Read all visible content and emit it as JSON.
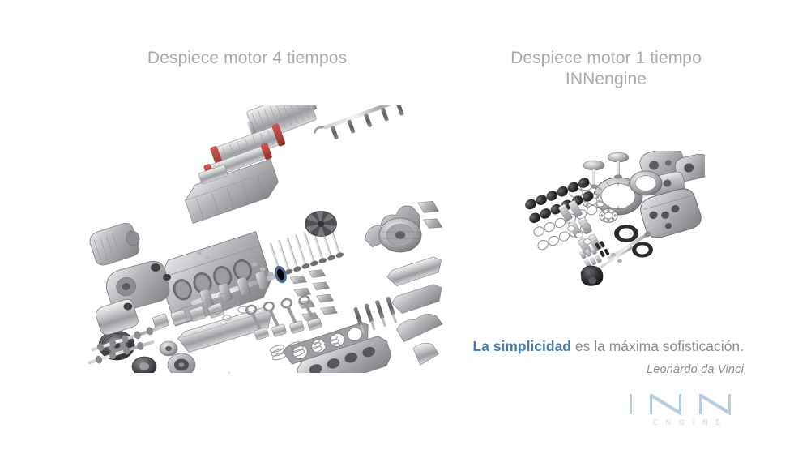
{
  "slide": {
    "background_color": "#ffffff",
    "title_color": "#a9a9a9",
    "accent_color": "#4a7ca8",
    "body_text_color": "#8d8d8d",
    "logo_color": "#b9cde0"
  },
  "left_panel": {
    "title": "Despiece motor 4 tiempos",
    "figure_alt": "Exploded view of a four-stroke engine with several hundred greyscale components"
  },
  "right_panel": {
    "title": "Despiece motor 1 tiempo\nINNengine",
    "title_line_1": "Despiece motor 1 tiempo",
    "title_line_2": "INNengine",
    "figure_alt": "Exploded view of the INNengine one-stroke engine with far fewer components"
  },
  "quote": {
    "highlight": "La simplicidad",
    "rest": " es la máxima sofisticación.",
    "author": "Leonardo da Vinci"
  },
  "logo": {
    "mark": "INN",
    "wordmark": "ENGINE"
  }
}
